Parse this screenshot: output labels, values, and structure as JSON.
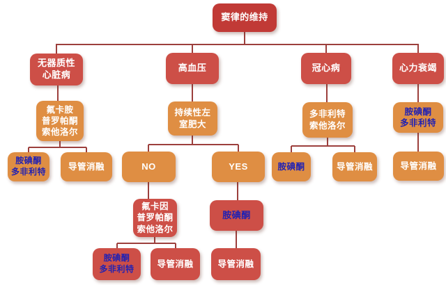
{
  "diagram_title": "窦律的维持",
  "colors": {
    "root": "#c13a36",
    "red": "#cd4f47",
    "orange": "#df8e43",
    "connector": "#9c3f3c",
    "text_white": "#ffffff",
    "text_blue": "#2222b2"
  },
  "nodes": {
    "root": {
      "text": "窦律的维持"
    },
    "no_organic_heart_disease": {
      "text": "无器质性\n心脏病"
    },
    "hypertension": {
      "text": "高血压"
    },
    "coronary_heart_disease": {
      "text": "冠心病"
    },
    "heart_failure": {
      "text": "心力衰竭"
    },
    "flecainide_group_1": {
      "text": "氟卡胺\n普罗帕酮\n索他洛尔"
    },
    "persistent_lvh": {
      "text": "持续性左\n室肥大"
    },
    "dofetilide_sotalol": {
      "text": "多非利特\n索他洛尔"
    },
    "amiodarone_dofetilide_hf": {
      "text": "胺碘酮\n多非利特"
    },
    "amiodarone_dofetilide_1": {
      "text": "胺碘酮\n多非利特"
    },
    "catheter_ablation_1": {
      "text": "导管消融"
    },
    "no_option": {
      "text": "NO"
    },
    "yes_option": {
      "text": "YES"
    },
    "amiodarone_chd": {
      "text": "胺碘酮"
    },
    "catheter_ablation_chd": {
      "text": "导管消融"
    },
    "catheter_ablation_hf": {
      "text": "导管消融"
    },
    "flecainide_group_2": {
      "text": "氟卡因\n普罗帕酮\n索他洛尔"
    },
    "amiodarone_yes": {
      "text": "胺碘酮"
    },
    "amiodarone_dofetilide_no": {
      "text": "胺碘酮\n多非利特"
    },
    "catheter_ablation_no": {
      "text": "导管消融"
    },
    "catheter_ablation_yes": {
      "text": "导管消融"
    }
  }
}
